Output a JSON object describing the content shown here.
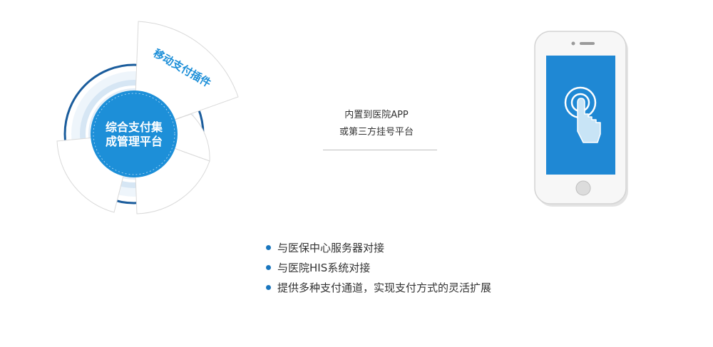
{
  "hub": {
    "center_line1": "综合支付集",
    "center_line2": "成管理平台",
    "top_sector_label": "移动支付插件"
  },
  "connection_caption": {
    "line1": "内置到医院APP",
    "line2": "或第三方挂号平台"
  },
  "features": [
    "与医保中心服务器对接",
    "与医院HIS系统对接",
    "提供多种支付通道，实现支付方式的灵活扩展"
  ],
  "colors": {
    "primary_blue": "#1d8fd8",
    "dark_blue": "#1a5c9c",
    "bullet_blue": "#1a76be",
    "screen_blue": "#1f88d4",
    "ring_light": "#d6e6f4",
    "ring_pale": "#eef5fb"
  },
  "icons": {
    "phone": "smartphone-icon",
    "touch": "hand-tap-icon"
  }
}
